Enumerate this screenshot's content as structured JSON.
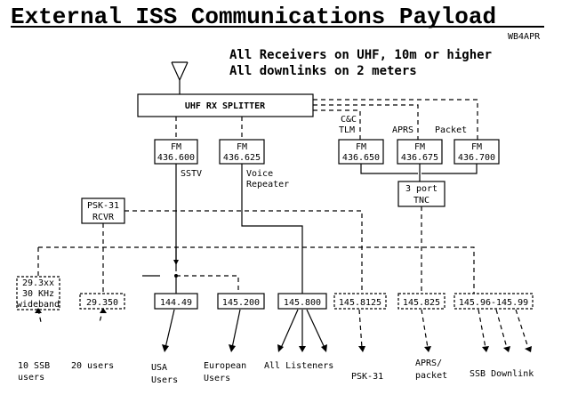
{
  "title": "External ISS Communications Payload",
  "author": "WB4APR",
  "notes": [
    "All Receivers on UHF, 10m or higher",
    "All downlinks on 2 meters"
  ],
  "splitter": "UHF RX SPLITTER",
  "receivers": [
    {
      "top": "FM",
      "freq": "436.600"
    },
    {
      "top": "FM",
      "freq": "436.625"
    },
    {
      "top": "FM",
      "freq": "436.650"
    },
    {
      "top": "FM",
      "freq": "436.675"
    },
    {
      "top": "FM",
      "freq": "436.700"
    }
  ],
  "receiver_labels": {
    "sstv": "SSTV",
    "voice_repeater": [
      "Voice",
      "Repeater"
    ],
    "cc_tlm": [
      "C&C",
      "TLM"
    ],
    "aprs": "APRS",
    "packet": "Packet"
  },
  "psk_rcvr": [
    "PSK-31",
    "RCVR"
  ],
  "tnc": [
    "3 port",
    "TNC"
  ],
  "downlinks": [
    {
      "lines": [
        "29.3xx",
        "30 KHz",
        "wideband"
      ]
    },
    {
      "lines": [
        "29.350"
      ]
    },
    {
      "lines": [
        "144.49"
      ]
    },
    {
      "lines": [
        "145.200"
      ]
    },
    {
      "lines": [
        "145.800"
      ]
    },
    {
      "lines": [
        "145.8125"
      ]
    },
    {
      "lines": [
        "145.825"
      ]
    },
    {
      "lines": [
        "145.96-145.99"
      ]
    }
  ],
  "users": [
    [
      "10 SSB",
      "users"
    ],
    [
      "20 users"
    ],
    [
      "USA",
      "Users"
    ],
    [
      "European",
      "Users"
    ],
    [
      "All Listeners"
    ],
    [
      "PSK-31"
    ],
    [
      "APRS/",
      "packet"
    ],
    [
      "SSB Downlink"
    ]
  ]
}
